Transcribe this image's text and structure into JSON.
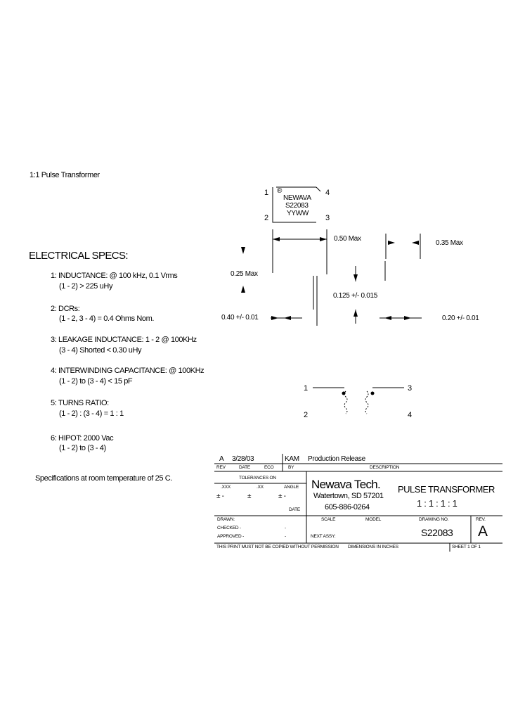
{
  "header": {
    "title": "1:1 Pulse Transformer"
  },
  "package": {
    "pin1": "1",
    "pin2": "2",
    "pin3": "3",
    "pin4": "4",
    "dot": "®",
    "mark_line1": "NEWAVA",
    "mark_line2": "S22083",
    "mark_line3": "YYWW"
  },
  "dimensions": {
    "width": "0.50 Max",
    "side_width": "0.35 Max",
    "height": "0.25 Max",
    "lead_pitch": "0.125 +/- 0.015",
    "lead_length": "0.40 +/- 0.01",
    "side_lead": "0.20 +/- 0.01"
  },
  "specs": {
    "heading": "ELECTRICAL SPECS:",
    "items": [
      {
        "title": "1: INDUCTANCE:  @ 100 kHz,  0.1 Vrms",
        "detail": "(1 - 2)  >  225 uHy"
      },
      {
        "title": "2: DCRs:",
        "detail": "(1 - 2,  3 - 4) = 0.4 Ohms Nom."
      },
      {
        "title": "3: LEAKAGE INDUCTANCE:  1 - 2  @ 100KHz",
        "detail": "(3 - 4) Shorted  <  0.30 uHy"
      },
      {
        "title": "4: INTERWINDING CAPACITANCE:  @ 100KHz",
        "detail": "(1 - 2)  to  (3 - 4)  <  15 pF"
      },
      {
        "title": "5: TURNS RATIO:",
        "detail": "(1 - 2)  :  (3 - 4)  =  1 : 1"
      },
      {
        "title": "6: HIPOT:  2000 Vac",
        "detail": "(1 - 2)  to  (3 - 4)"
      }
    ],
    "footnote": "Specifications at room temperature of 25 C."
  },
  "schematic": {
    "p1": "1",
    "p2": "2",
    "p3": "3",
    "p4": "4"
  },
  "titleblock": {
    "rev_letter": "A",
    "rev_date": "3/28/03",
    "rev_by": "KAM",
    "rev_desc": "Production Release",
    "col_rev": "REV",
    "col_date": "DATE",
    "col_eco": "ECO",
    "col_by": "BY",
    "col_desc": "DESCRIPTION",
    "tolerances": "TOLERANCES ON",
    "tol_xxx": ".XXX",
    "tol_xx": ".XX",
    "tol_angle": "ANGLE",
    "tol_pm1": "±  -",
    "tol_pm2": "±",
    "tol_pm3": "±  -",
    "date_label": "DATE",
    "company": "Newava Tech.",
    "city": "Watertown, SD  57201",
    "phone": "605-886-0264",
    "part_title": "PULSE TRANSFORMER",
    "ratio": "1 : 1 : 1 : 1",
    "drawn": "DRAWN:",
    "checked": "CHECKED  -",
    "approved": "APPROVED  -",
    "dash": "-",
    "scale": "SCALE",
    "model": "MODEL",
    "drawing_no": "DRAWING NO.",
    "rev_label": "REV.",
    "drawing_number": "S22083",
    "revision": "A",
    "next_assy": "NEXT ASSY:",
    "note_left": "THIS PRINT MUST NOT BE COPIED WITHOUT PERMISSION",
    "note_right": "DIMENSIONS IN INCHES",
    "sheet": "SHEET 1 OF 1"
  }
}
